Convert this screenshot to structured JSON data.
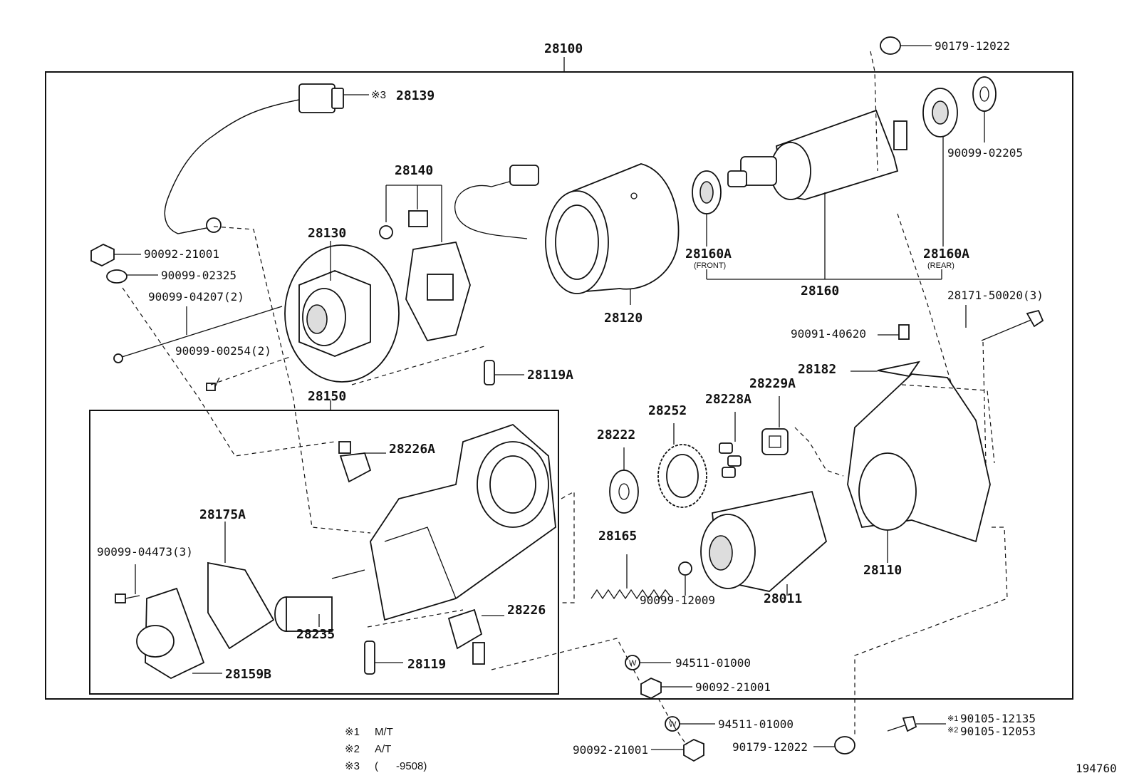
{
  "labels": {
    "l28100": "28100",
    "l90179_top": "90179-12022",
    "l28139_mark": "※3",
    "l28139": "28139",
    "l90099_02205": "90099-02205",
    "l28140": "28140",
    "l28130": "28130",
    "l90092_21001_a": "90092-21001",
    "l90099_02325": "90099-02325",
    "l90099_04207": "90099-04207(2)",
    "l90099_00254": "90099-00254(2)",
    "l28160A_front": "28160A",
    "l28160A_front_sub": "(FRONT)",
    "l28160A_rear": "28160A",
    "l28160A_rear_sub": "(REAR)",
    "l28160": "28160",
    "l28120": "28120",
    "l28171": "28171-50020(3)",
    "l90091_40620": "90091-40620",
    "l28119A": "28119A",
    "l28182": "28182",
    "l28150": "28150",
    "l28229A": "28229A",
    "l28228A": "28228A",
    "l28252": "28252",
    "l28222": "28222",
    "l28226A": "28226A",
    "l28175A": "28175A",
    "l90099_04473": "90099-04473(3)",
    "l28165": "28165",
    "l28110": "28110",
    "l28011": "28011",
    "l90099_12009": "90099-12009",
    "l28226": "28226",
    "l28235": "28235",
    "l28159B": "28159B",
    "l28119": "28119",
    "l94511_a": "94511-01000",
    "l90092_21001_b": "90092-21001",
    "l94511_b": "94511-01000",
    "l90092_21001_c": "90092-21001",
    "l90179_bottom": "90179-12022",
    "l90105_mark1": "※1",
    "l90105_12135": "90105-12135",
    "l90105_mark2": "※2",
    "l90105_12053": "90105-12053",
    "washer_mark": "W"
  },
  "notes": {
    "n1_mark": "※1",
    "n1_text": "M/T",
    "n2_mark": "※2",
    "n2_text": "A/T",
    "n3_mark": "※3",
    "n3_text": "(      -9508)"
  },
  "figure_id": "194760"
}
